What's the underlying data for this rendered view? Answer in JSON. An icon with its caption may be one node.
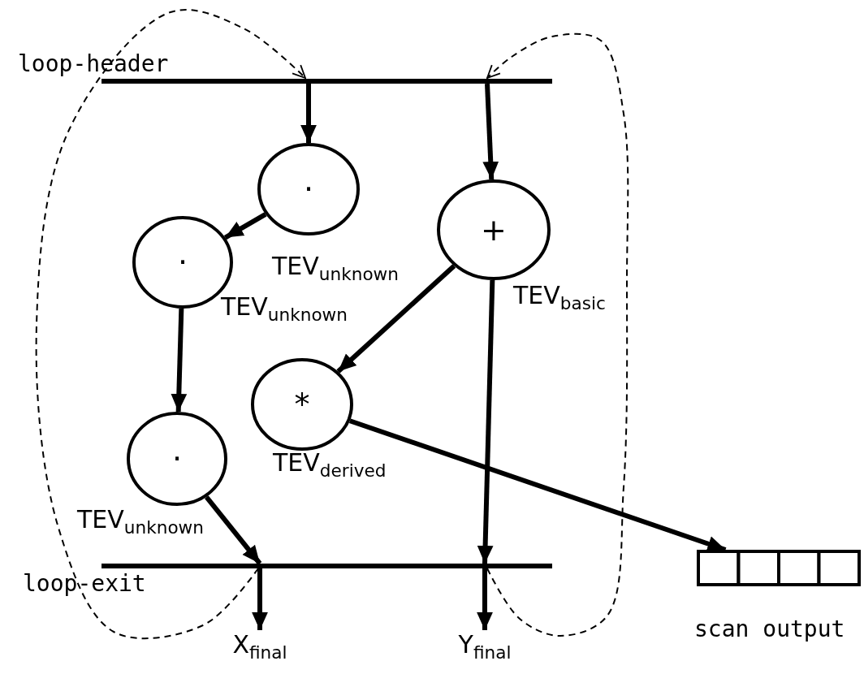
{
  "diagram": {
    "nodes": [
      {
        "text": [],
        "shape": "bar",
        "beside": [
          "loop-header"
        ]
      },
      {
        "text": [
          "·"
        ],
        "beside": [
          "TEV$_{unknown}$"
        ]
      },
      {
        "text": [
          "·"
        ],
        "beside": [
          "TEV$_{unknown}$"
        ]
      },
      {
        "text": [
          "+"
        ],
        "beside": [
          "TEV$_{basic}$"
        ]
      },
      {
        "text": [
          "*"
        ],
        "beside": [
          "TEV$_{derived}$"
        ]
      },
      {
        "text": [
          "·"
        ],
        "beside": [
          "TEV$_{unknown}$"
        ]
      },
      {
        "text": [],
        "shape": "bar",
        "beside": [
          "loop-exit"
        ]
      },
      {
        "text": [
          "X$_{final}$"
        ]
      },
      {
        "text": [
          "Y$_{final}$"
        ]
      },
      {
        "text": [],
        "shape": "box",
        "beside": [
          "scan output"
        ]
      }
    ],
    "edges": [
      {
        "from": 0,
        "to": 1,
        "arrow": "to"
      },
      {
        "from": 0,
        "to": 3,
        "arrow": "to"
      },
      {
        "from": 1,
        "to": 2,
        "arrow": "to"
      },
      {
        "from": 2,
        "to": 5,
        "arrow": "to"
      },
      {
        "from": 3,
        "to": 4,
        "arrow": "to"
      },
      {
        "from": 3,
        "to": 6,
        "arrow": "to"
      },
      {
        "from": 5,
        "to": 6,
        "arrow": "to"
      },
      {
        "from": 4,
        "to": 9,
        "arrow": "to"
      },
      {
        "from": 6,
        "to": 7,
        "arrow": "to"
      },
      {
        "from": 6,
        "to": 8,
        "arrow": "to"
      },
      {
        "from": 6,
        "to": 0,
        "arrow": "to",
        "style": "dashed"
      },
      {
        "from": 6,
        "to": 0,
        "arrow": "to",
        "style": "dashed"
      }
    ]
  }
}
